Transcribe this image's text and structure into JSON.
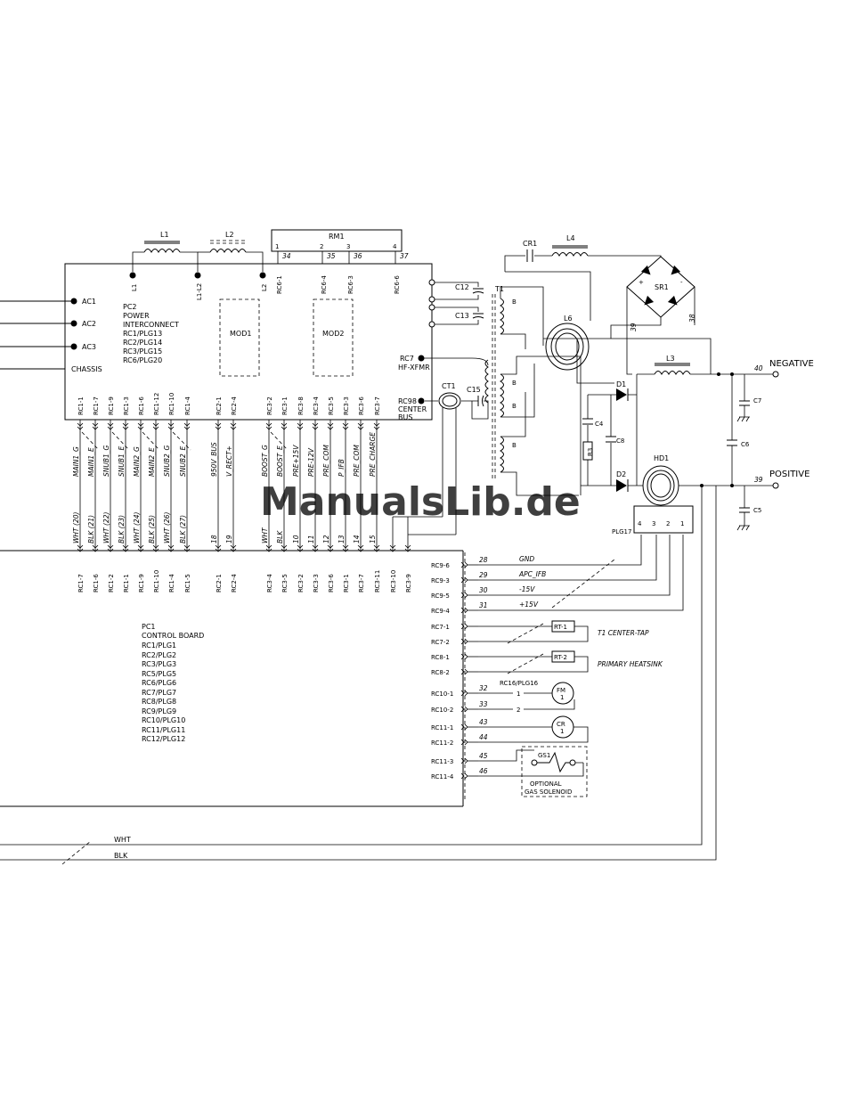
{
  "watermark": "ManualsLib.de",
  "pc2": {
    "title_lines": [
      "PC2",
      "POWER",
      "INTERCONNECT",
      "RC1/PLG13",
      "RC2/PLG14",
      "RC3/PLG15",
      "RC6/PLG20"
    ],
    "ac_terminals": [
      "AC1",
      "AC2",
      "AC3"
    ],
    "chassis": "CHASSIS",
    "mod1": "MOD1",
    "mod2": "MOD2",
    "rc7": [
      "RC7",
      "HF-XFMR"
    ],
    "rc98": [
      "RC98",
      "CENTER",
      "BUS"
    ],
    "top_pins": [
      "L1",
      "L1-L2",
      "L2",
      "RC6-1",
      "RC6-4",
      "RC6-3",
      "RC6-6"
    ],
    "top_wires": [
      "34",
      "35",
      "36",
      "37"
    ],
    "bottom_pins": [
      "RC1-1",
      "RC1-7",
      "RC1-9",
      "RC1-3",
      "RC1-6",
      "RC1-12",
      "RC1-10",
      "RC1-4",
      "RC2-1",
      "RC2-4",
      "RC3-2",
      "RC3-1",
      "RC3-8",
      "RC3-4",
      "RC3-5",
      "RC3-3",
      "RC3-6",
      "RC3-7"
    ]
  },
  "inductors": {
    "l1": "L1",
    "l2": "L2"
  },
  "rm1": {
    "name": "RM1",
    "pins": [
      "1",
      "2",
      "3",
      "4"
    ]
  },
  "wires": {
    "numbers": [
      "WHT (20)",
      "BLK (21)",
      "WHT (22)",
      "BLK (23)",
      "WHT (24)",
      "BLK (25)",
      "WHT (26)",
      "BLK (27)",
      "18",
      "19",
      "WHT",
      "BLK",
      "10",
      "11",
      "12",
      "13",
      "14",
      "15"
    ],
    "names": [
      "MAIN1_G",
      "MAIN1_E",
      "SNUB1_G",
      "SNUB1_E",
      "MAIN2_G",
      "MAIN2_E",
      "SNUB2_G",
      "SNUB2_E",
      "950V_BUS",
      "V_RECT+",
      "BOOST_G",
      "BOOST_E",
      "PRE+15V",
      "PRE-12V",
      "PRE_COM",
      "P_IFB",
      "PRE_COM",
      "PRE_CHARGE"
    ]
  },
  "pc1": {
    "bottom_pins": [
      "RC1-7",
      "RC1-6",
      "RC1-2",
      "RC1-1",
      "RC1-9",
      "RC1-10",
      "RC1-4",
      "RC1-5",
      "RC2-1",
      "RC2-4",
      "RC3-4",
      "RC3-5",
      "RC3-2",
      "RC3-3",
      "RC3-6",
      "RC3-1",
      "RC3-7",
      "RC3-11",
      "RC3-10",
      "RC3-9"
    ],
    "title_lines": [
      "PC1",
      "CONTROL BOARD",
      "RC1/PLG1",
      "RC2/PLG2",
      "RC3/PLG3",
      "RC5/PLG5",
      "RC6/PLG6",
      "RC7/PLG7",
      "RC8/PLG8",
      "RC9/PLG9",
      "RC10/PLG10",
      "RC11/PLG11",
      "RC12/PLG12"
    ],
    "right_pins": [
      "RC9-6",
      "RC9-3",
      "RC9-5",
      "RC9-4",
      "RC7-1",
      "RC7-2",
      "RC8-1",
      "RC8-2",
      "RC10-1",
      "RC10-2",
      "RC11-1",
      "RC11-2",
      "RC11-3",
      "RC11-4"
    ],
    "right_wires": [
      "28",
      "29",
      "30",
      "31",
      "32",
      "33",
      "43",
      "44",
      "45",
      "46"
    ],
    "signals": [
      "GND",
      "APC_IFB",
      "-15V",
      "+15V"
    ]
  },
  "thermistors": {
    "rt1": "RT-1",
    "rt1_desc": "T1 CENTER-TAP",
    "rt2": "RT-2",
    "rt2_desc": "PRIMARY HEATSINK"
  },
  "fan": {
    "plug": "RC16/PLG16",
    "name": "FM",
    "num": "1",
    "pins": [
      "1",
      "2"
    ]
  },
  "cr1_coil": {
    "name": "CR",
    "num": "1"
  },
  "gs1": {
    "name": "GS1",
    "desc": [
      "OPTIONAL",
      "GAS SOLENOID"
    ]
  },
  "power": {
    "c12": "C12",
    "c13": "C13",
    "c15": "C15",
    "ct1": "CT1",
    "t1": "T1",
    "b": "B",
    "cr1": "CR1",
    "l4": "L4",
    "sr1": "SR1",
    "l6": "L6",
    "l3": "L3",
    "d1": "D1",
    "d2": "D2",
    "c4": "C4",
    "c8": "C8",
    "r3": "R3",
    "hd1": "HD1",
    "c7": "C7",
    "c6": "C6",
    "c5": "C5",
    "w39a": "39",
    "w38": "38",
    "w40": "40",
    "w39": "39",
    "negative": "NEGATIVE",
    "positive": "POSITIVE",
    "plg17": "PLG17",
    "plg17_pins": [
      "4",
      "3",
      "2",
      "1"
    ]
  },
  "bottom_wires": [
    "WHT",
    "BLK"
  ]
}
